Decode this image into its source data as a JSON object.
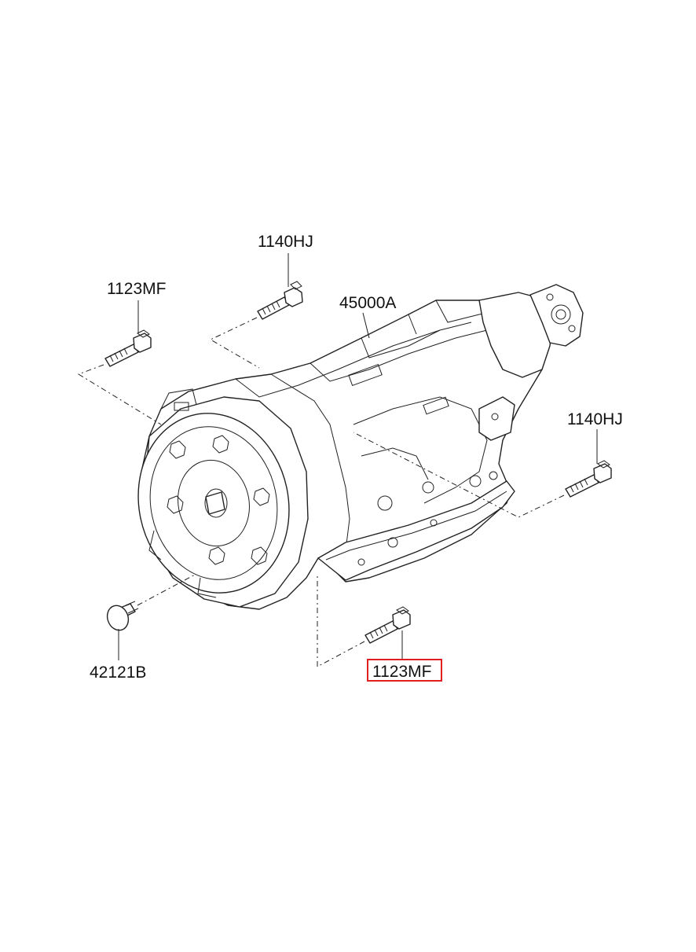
{
  "diagram": {
    "callouts": [
      {
        "id": "c1",
        "text": "1140HJ"
      },
      {
        "id": "c2",
        "text": "1123MF"
      },
      {
        "id": "c3",
        "text": "45000A"
      },
      {
        "id": "c4",
        "text": "1140HJ"
      },
      {
        "id": "c5",
        "text": "42121B"
      },
      {
        "id": "c6",
        "text": "1123MF",
        "highlighted": true
      }
    ],
    "highlight_color": "#e02020"
  }
}
